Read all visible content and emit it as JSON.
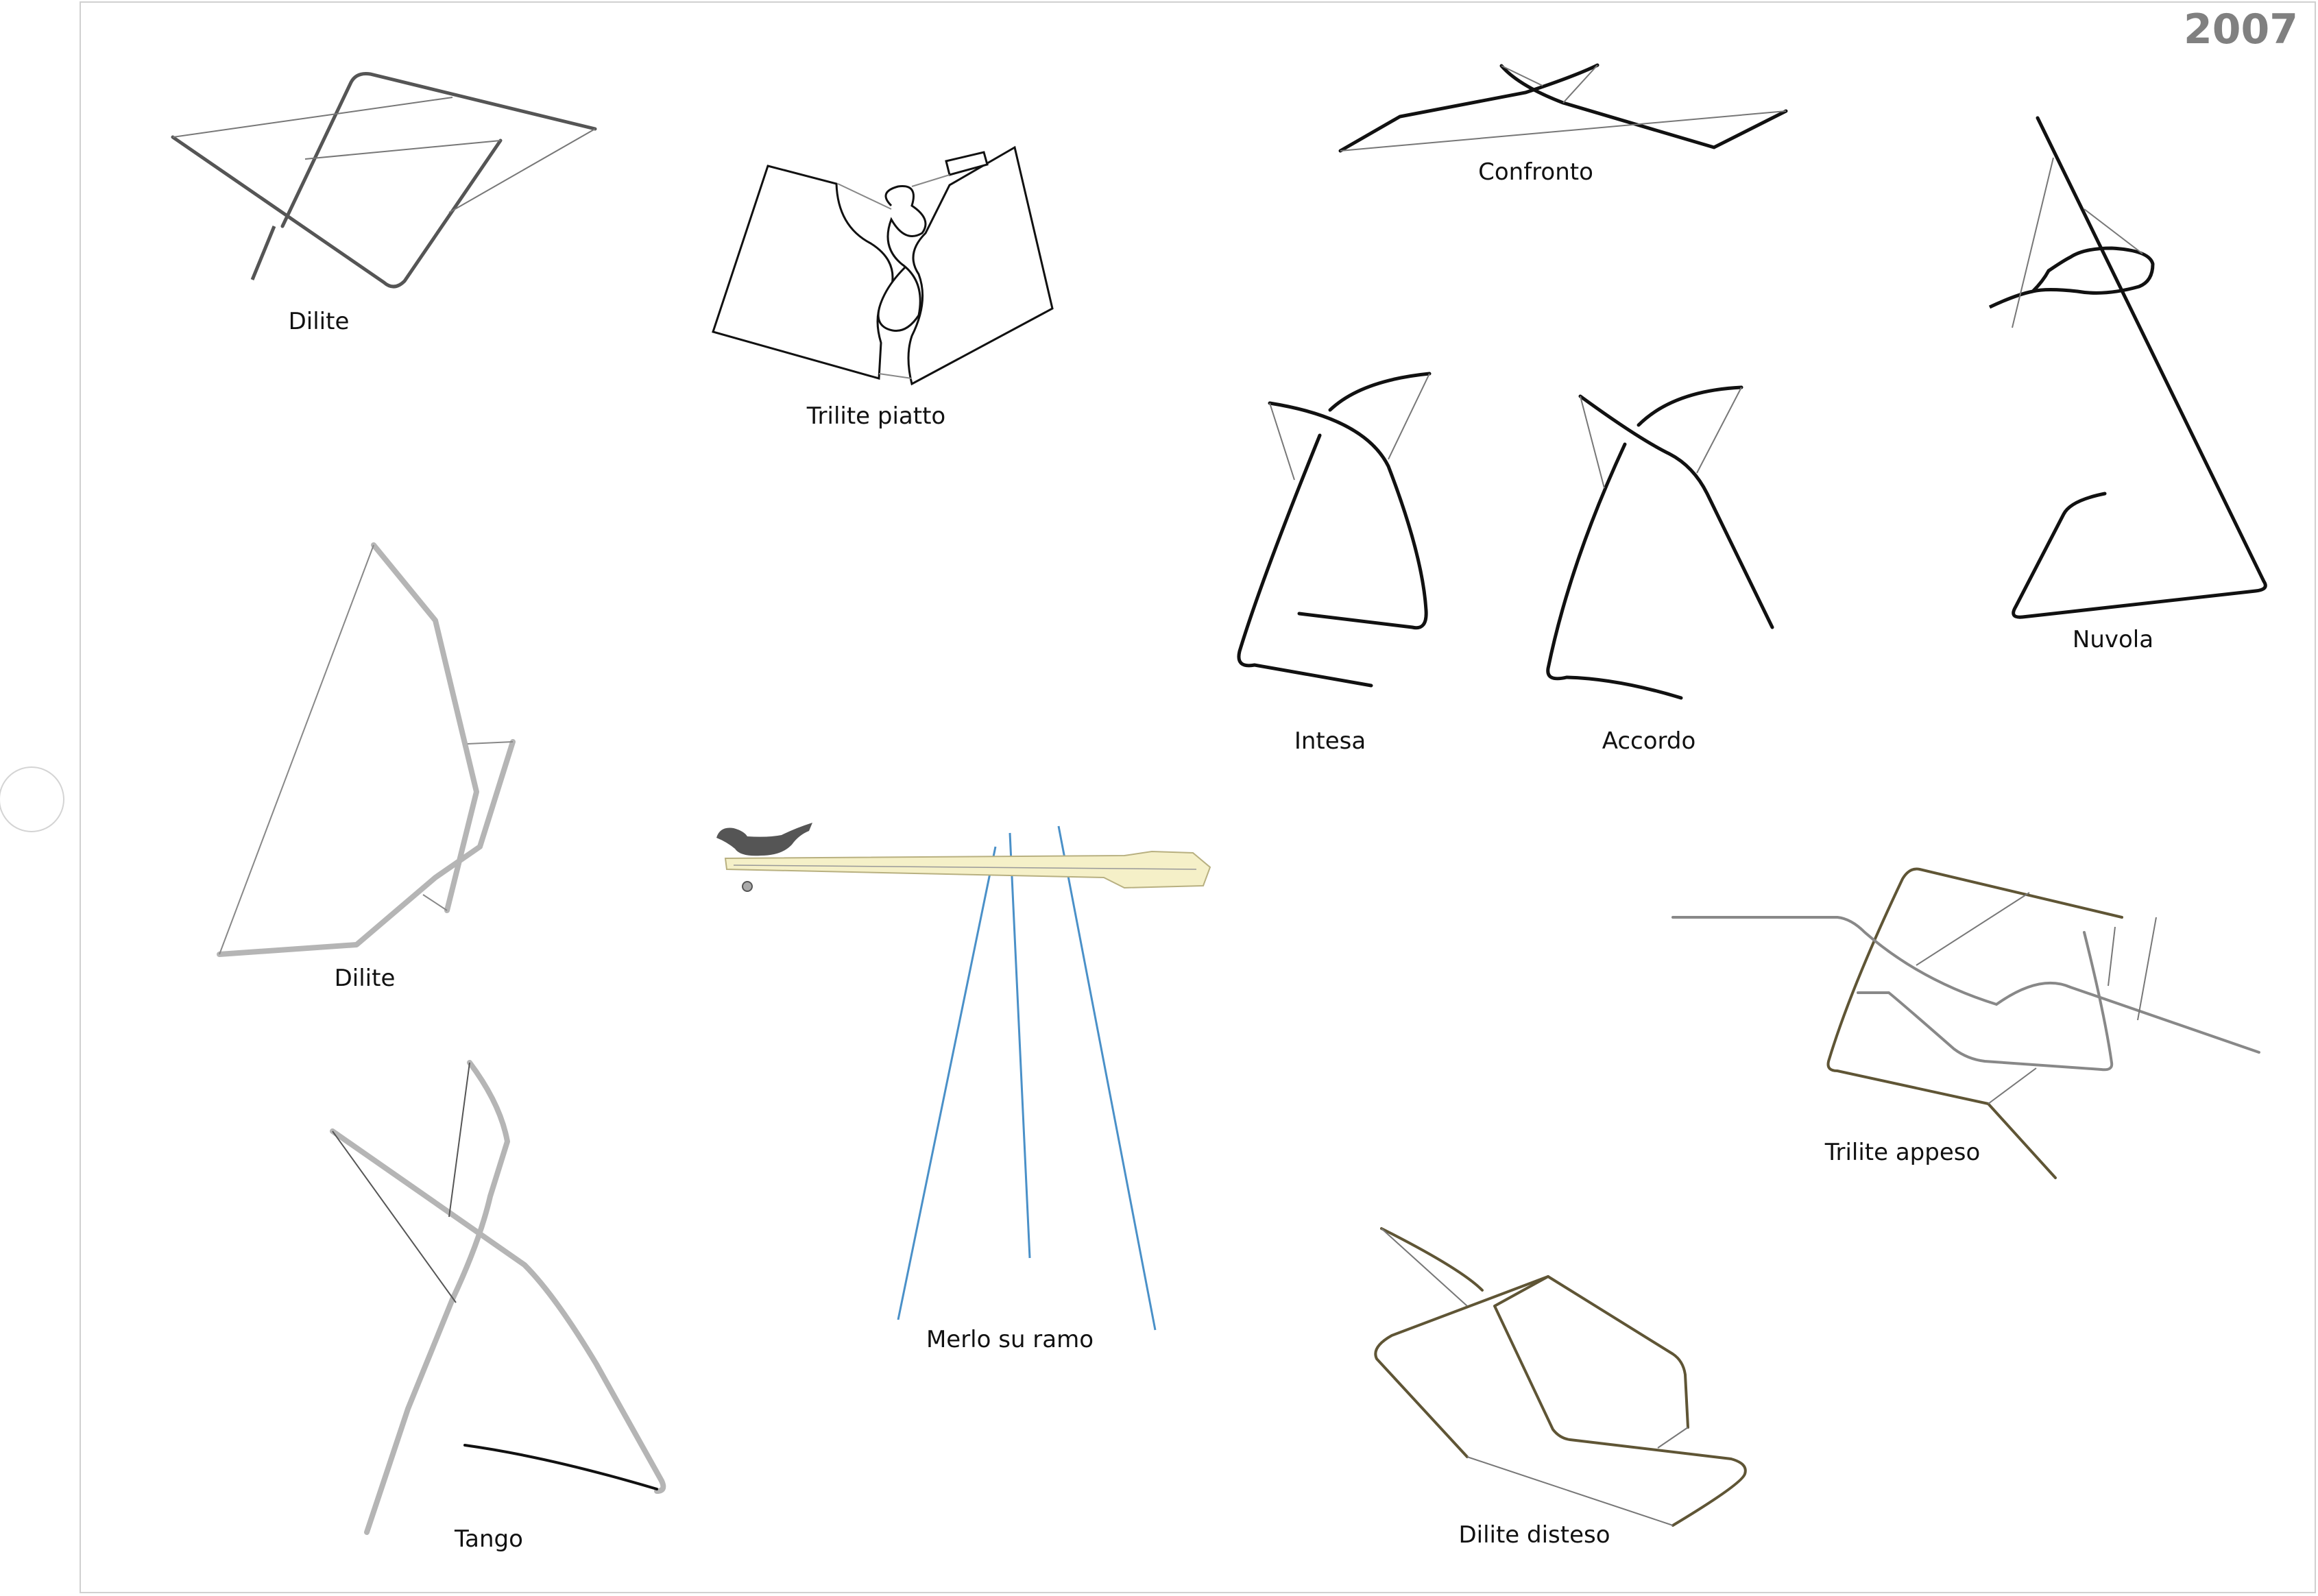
{
  "year": "2007",
  "sculptures": {
    "dilite_1": "Dilite",
    "trilite_piatto": "Trilite piatto",
    "confronto": "Confronto",
    "nuvola": "Nuvola",
    "intesa": "Intesa",
    "accordo": "Accordo",
    "dilite_2": "Dilite",
    "merlo_su_ramo": "Merlo su ramo",
    "trilite_appeso": "Trilite appeso",
    "tango": "Tango",
    "dilite_disteso": "Dilite disteso"
  },
  "colors": {
    "dark": "#555555",
    "black": "#111111",
    "light_gray": "#b5b5b5",
    "blue": "#4a90c8",
    "olive": "#5f5535",
    "branch_fill": "#f5f0c8"
  }
}
